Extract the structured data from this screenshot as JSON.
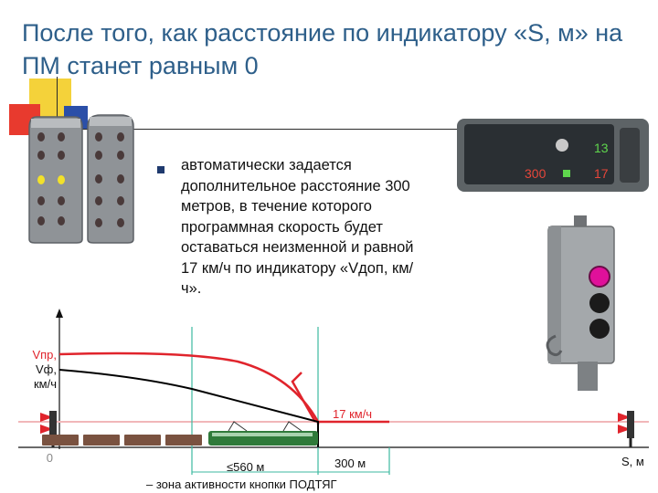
{
  "title": "После того, как расстояние по индикатору «S, м» на ПМ станет равным 0",
  "bullet_text": "автоматически задается дополнительное расстояние 300 метров, в течение которого программная скорость будет оставаться неизменной и равной 17 км/ч по индикатору «Vдоп, км/ч».",
  "display": {
    "value_top": "13",
    "value_bottom_left": "300",
    "value_bottom_right": "17"
  },
  "diagram": {
    "y_axis_label_red": "Vпр,",
    "y_axis_label_black_1": "Vф,",
    "y_axis_label_black_2": "км/ч",
    "speed_label": "17 км/ч",
    "dist_300": "300 м",
    "dist_560": "≤560 м",
    "zone_caption": "– зона активности кнопки ПОДТЯГ",
    "x_axis_label": "S, м",
    "origin_label": "0"
  },
  "colors": {
    "title": "#2e5f8a",
    "program_speed": "#e0242c",
    "actual_speed": "#000000",
    "zone_lines": "#3cb9a0",
    "signal_magenta": "#e0109a"
  }
}
